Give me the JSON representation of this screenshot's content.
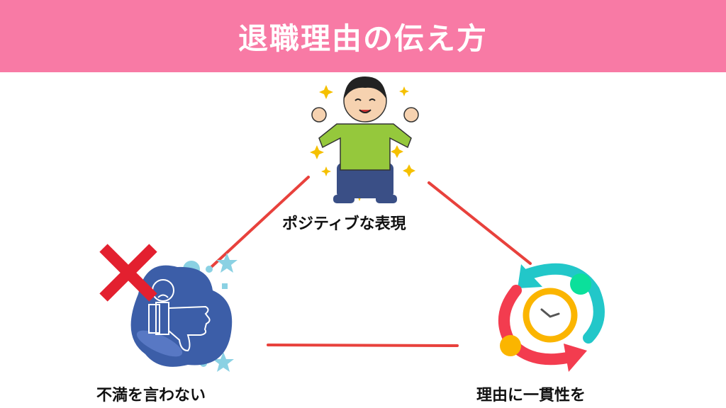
{
  "header": {
    "title": "退職理由の伝え方"
  },
  "nodes": {
    "top": {
      "label": "ポジティブな表現",
      "icon": "happy-person-icon"
    },
    "left": {
      "label": "不満を言わない",
      "icon": "thumbs-down-icon",
      "marker": "cross-mark-icon"
    },
    "right": {
      "label": "理由に一貫性を",
      "icon": "cycle-clock-icon"
    }
  },
  "colors": {
    "header": "#f87aa5",
    "line": "#e8413c",
    "cross": "#e3202f",
    "blob": "#3c5ea8"
  }
}
